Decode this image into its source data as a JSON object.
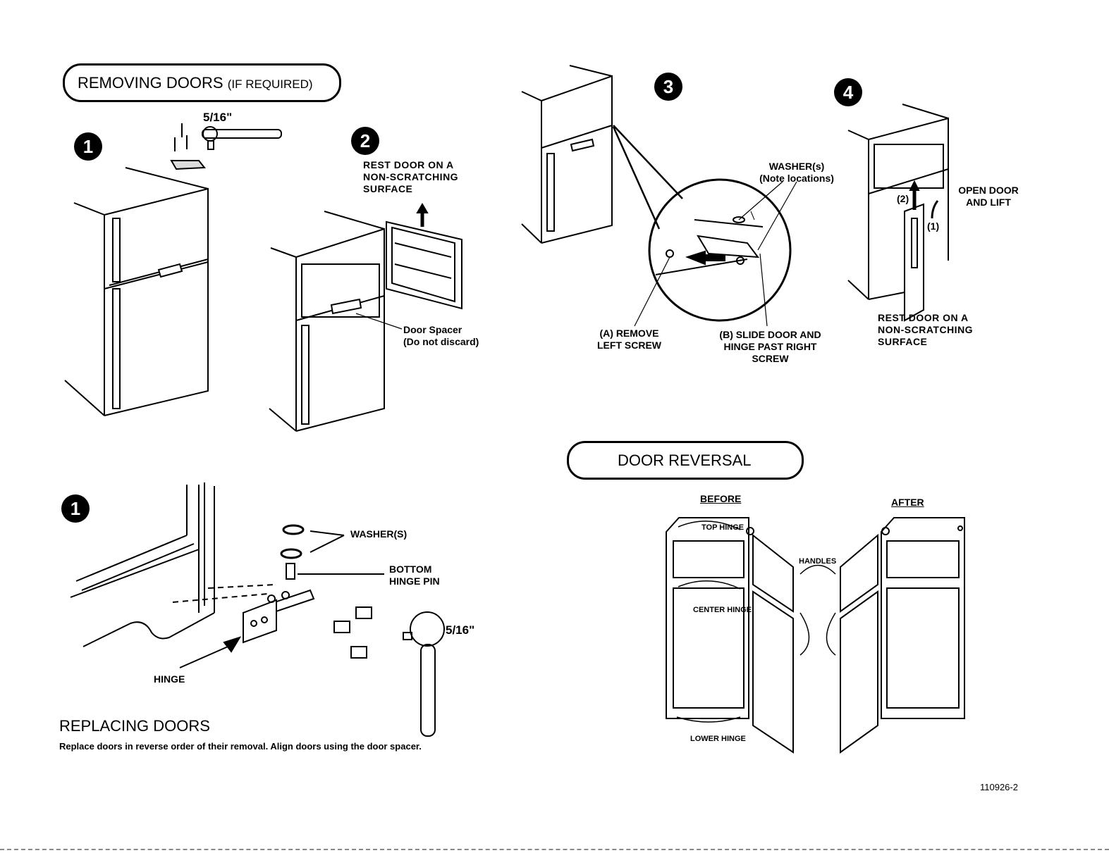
{
  "removing_doors": {
    "title_main": "REMOVING DOORS",
    "title_paren": "(IF REQUIRED)",
    "step1_number": "1",
    "wrench_size": "5/16\"",
    "step2_number": "2",
    "step2_note": [
      "REST DOOR ON A",
      "NON-SCRATCHING",
      "SURFACE"
    ],
    "door_spacer": [
      "Door Spacer",
      "(Do not discard)"
    ]
  },
  "step3": {
    "number": "3",
    "washers": [
      "WASHER(s)",
      "(Note locations)"
    ],
    "remove_left_screw": [
      "(A) REMOVE",
      "LEFT SCREW"
    ],
    "slide_door": [
      "(B) SLIDE DOOR AND",
      "HINGE PAST RIGHT",
      "SCREW"
    ]
  },
  "step4": {
    "number": "4",
    "open_door": [
      "OPEN DOOR",
      "AND LIFT"
    ],
    "marker_1": "(1)",
    "marker_2": "(2)",
    "rest_note": [
      "REST DOOR ON A",
      "NON-SCRATCHING",
      "SURFACE"
    ]
  },
  "bottom_hinge": {
    "step_number": "1",
    "washers": "WASHER(S)",
    "bottom_hinge_pin": [
      "BOTTOM",
      "HINGE PIN"
    ],
    "wrench_size": "5/16\"",
    "hinge": "HINGE"
  },
  "replacing_doors": {
    "title": "REPLACING DOORS",
    "text": "Replace doors in reverse order of their removal.  Align doors using the door spacer."
  },
  "door_reversal": {
    "title": "DOOR REVERSAL",
    "before": "BEFORE",
    "after": "AFTER",
    "top_hinge": "TOP HINGE",
    "center_hinge": "CENTER HINGE",
    "lower_hinge": "LOWER HINGE",
    "handles": "HANDLES"
  },
  "document_number": "110926-2"
}
